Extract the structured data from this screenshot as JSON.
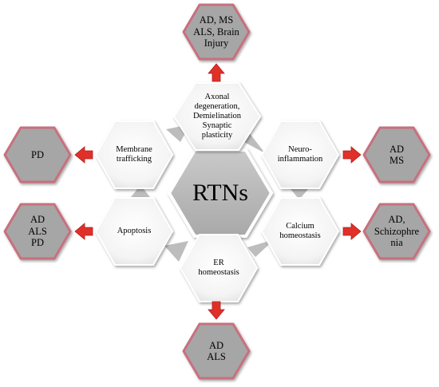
{
  "diagram": {
    "center": {
      "label": "RTNs"
    },
    "processes": [
      {
        "id": "axonal",
        "label": "Axonal\ndegeneration,\nDemielination\nSynaptic\nplasticity"
      },
      {
        "id": "neuroinflammation",
        "label": "Neuro-\ninflammation"
      },
      {
        "id": "calcium",
        "label": "Calcium\nhomeostasis"
      },
      {
        "id": "er",
        "label": "ER\nhomeostasis"
      },
      {
        "id": "apoptosis",
        "label": "Apoptosis"
      },
      {
        "id": "membrane",
        "label": "Membrane\ntrafficking"
      }
    ],
    "diseases": [
      {
        "id": "top",
        "label": "AD, MS\nALS, Brain\nInjury"
      },
      {
        "id": "right-upper",
        "label": "AD\nMS"
      },
      {
        "id": "right-lower",
        "label": "AD,\nSchizophre\nnia"
      },
      {
        "id": "bottom",
        "label": "AD\nALS"
      },
      {
        "id": "left-lower",
        "label": "AD\nALS\nPD"
      },
      {
        "id": "left-upper",
        "label": "PD"
      }
    ],
    "colors": {
      "center_fill": "#b9b9b9",
      "inner_fill": "#f7f7f7",
      "outer_fill": "#a6a6a6",
      "outer_border": "#c8707e",
      "arrow": "#e0302a",
      "connector": "#bdbdbd"
    }
  }
}
